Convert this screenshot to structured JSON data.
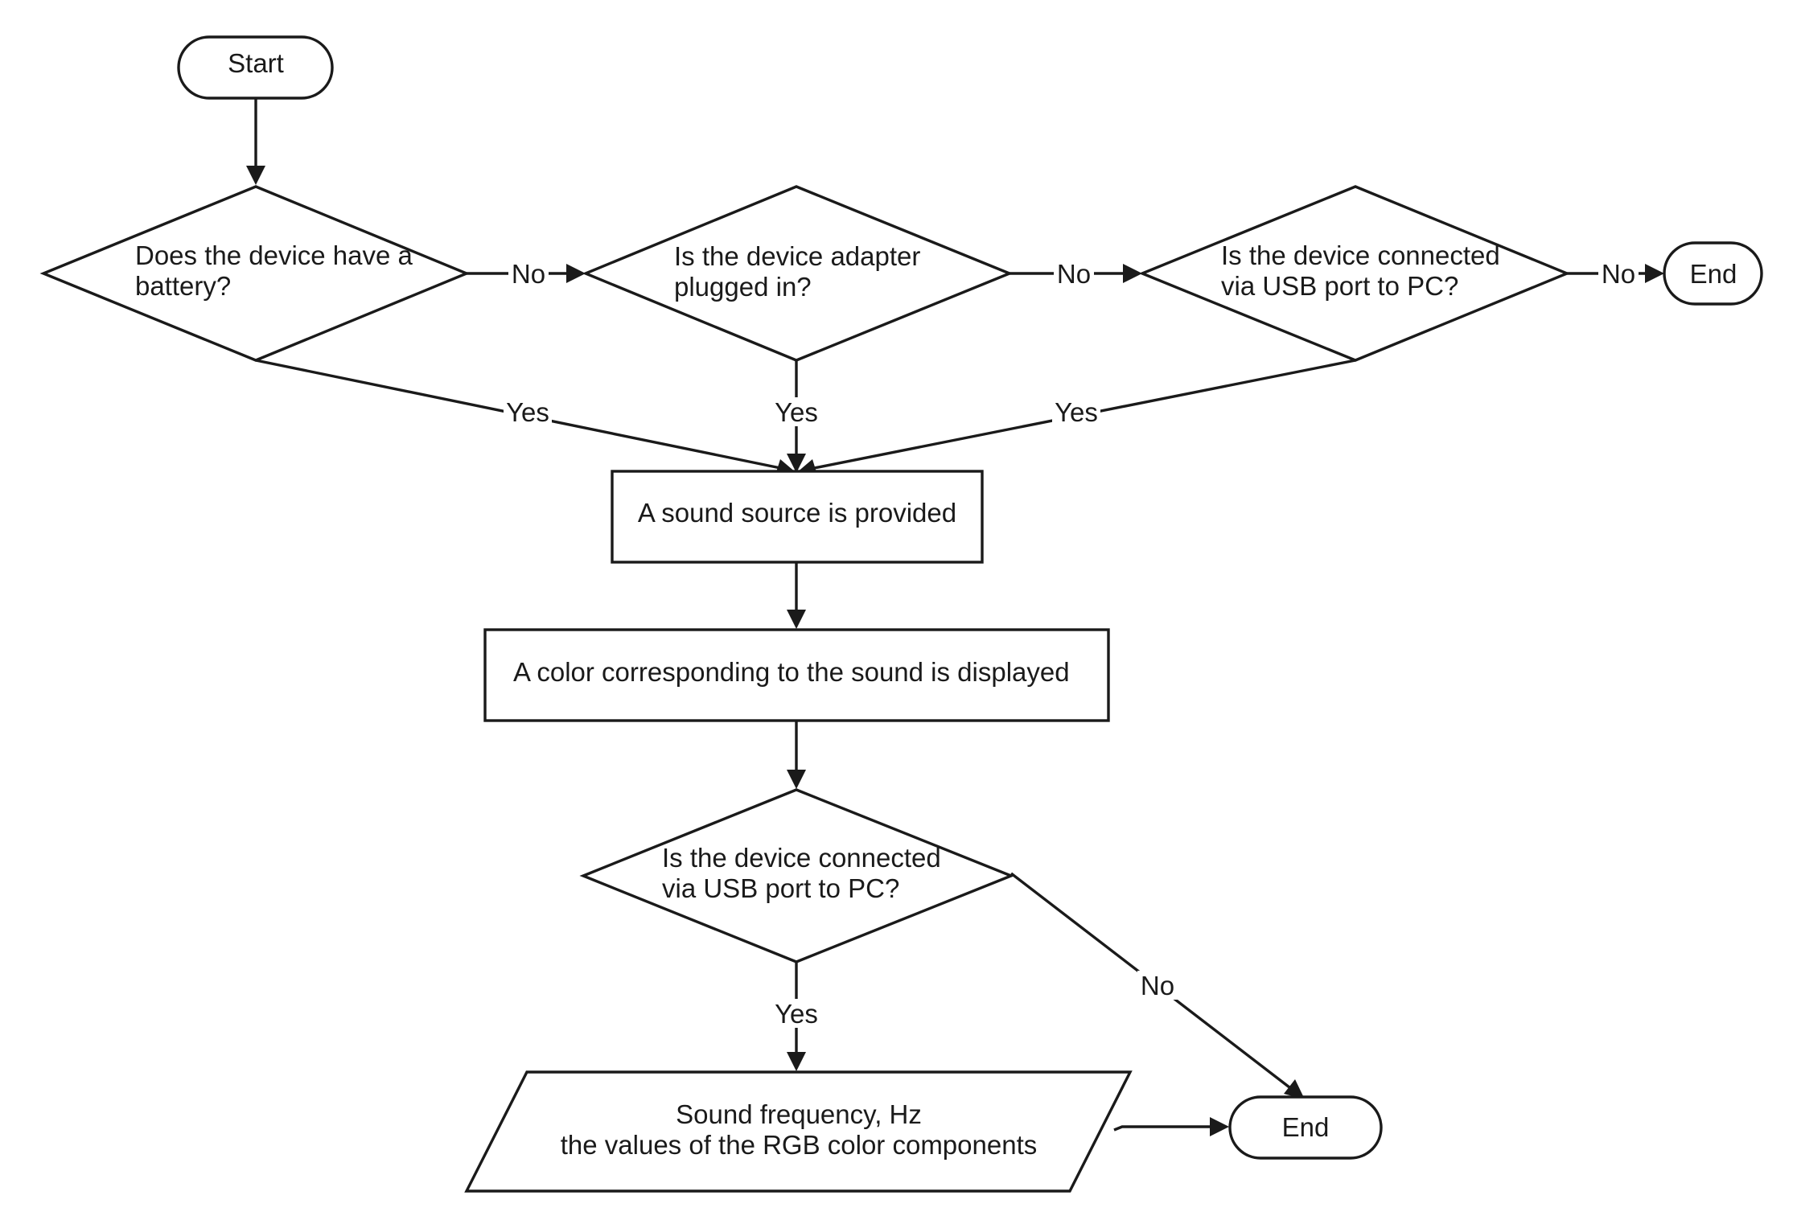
{
  "nodes": {
    "start": "Start",
    "q_battery": {
      "line1": "Does the device have a",
      "line2": "battery?"
    },
    "q_adapter": {
      "line1": "Is the device adapter",
      "line2": "plugged in?"
    },
    "q_usb_top": {
      "line1": "Is the device connected",
      "line2": "via USB port to PC?"
    },
    "end_top": "End",
    "sound_source": "A sound source is provided",
    "color_display": "A color corresponding to the sound is displayed",
    "q_usb_bottom": {
      "line1": "Is the device connected",
      "line2": "via USB port to PC?"
    },
    "output": {
      "line1": "Sound frequency, Hz",
      "line2": "the values of the RGB color components"
    },
    "end_bottom": "End"
  },
  "edge_labels": {
    "battery_no": "No",
    "adapter_no": "No",
    "usb_top_no": "No",
    "battery_yes": "Yes",
    "adapter_yes": "Yes",
    "usb_top_yes": "Yes",
    "usb_bottom_yes": "Yes",
    "usb_bottom_no": "No"
  }
}
